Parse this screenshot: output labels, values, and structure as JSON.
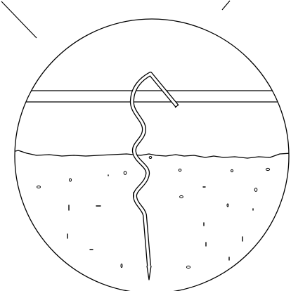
{
  "diagram": {
    "kind": "magnified cross-section",
    "elements": [
      "callout-lines",
      "magnifier-circle",
      "horizontal-rail",
      "soil-surface",
      "twisted-wire-stake",
      "soil-particles"
    ]
  },
  "colors": {
    "stroke": "#000000",
    "background": "#ffffff"
  }
}
